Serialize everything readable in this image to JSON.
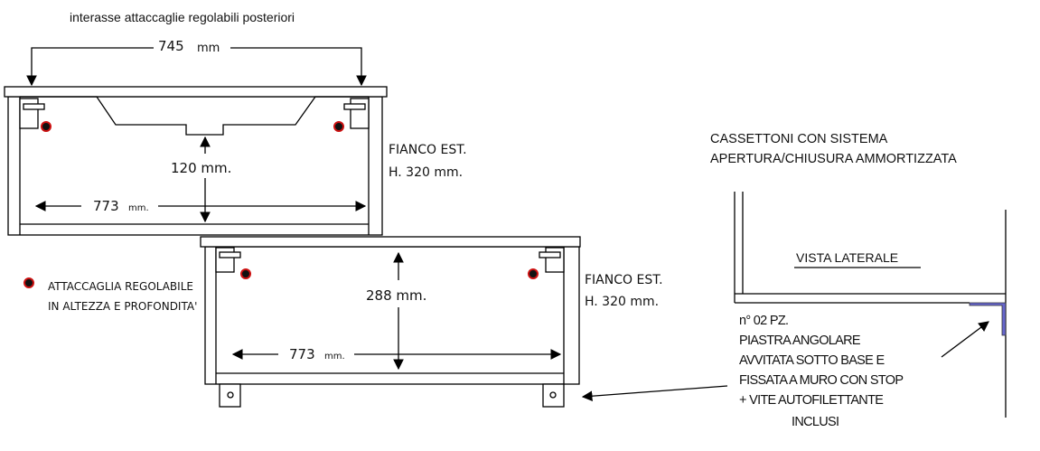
{
  "top_label": "interasse attaccaglie regolabili posteriori",
  "top_cabinet": {
    "interaxis": "745",
    "interaxis_unit": "mm",
    "height_dim": "120 mm.",
    "width_dim": "773",
    "width_unit": "mm.",
    "side_label": "FIANCO EST.",
    "side_height": "H. 320 mm."
  },
  "bottom_cabinet": {
    "height_dim": "288 mm.",
    "width_dim": "773",
    "width_unit": "mm.",
    "side_label": "FIANCO EST.",
    "side_height": "H. 320 mm."
  },
  "legend": {
    "line1": "ATTACCAGLIA REGOLABILE",
    "line2": "IN ALTEZZA E PROFONDITA'",
    "dot_color": "#cc1111"
  },
  "side_view": {
    "title_line1": "CASSETTONI CON SISTEMA",
    "title_line2": "APERTURA/CHIUSURA AMMORTIZZATA",
    "view_label": "VISTA LATERALE",
    "bracket_color": "#6666cc",
    "notes": [
      "n° 02 PZ.",
      "PIASTRA ANGOLARE",
      "AVVITATA SOTTO BASE E",
      "FISSATA A MURO CON STOP",
      "+ VITE AUTOFILETTANTE"
    ],
    "notes_last": "INCLUSI"
  }
}
